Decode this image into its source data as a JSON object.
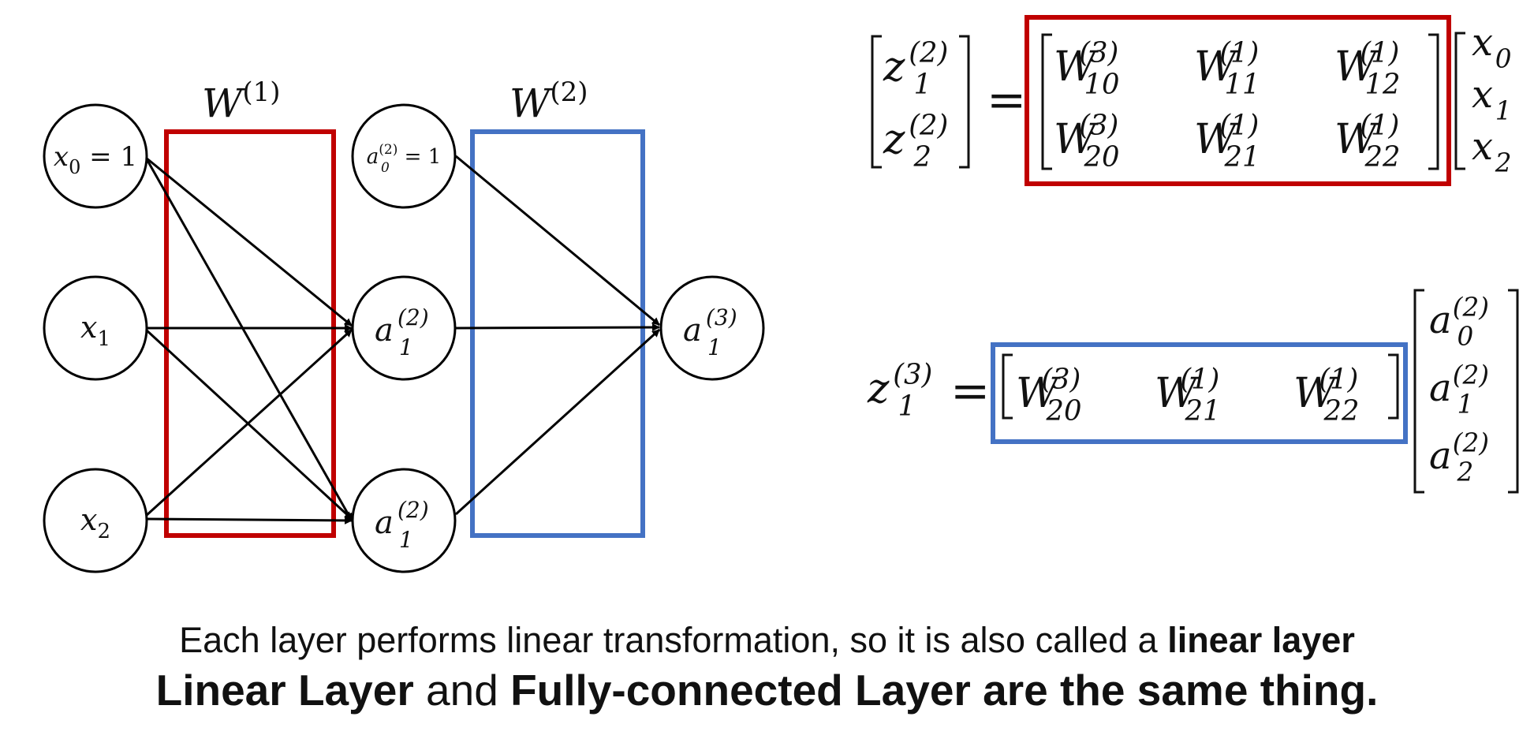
{
  "diagram": {
    "box_labels": {
      "w1": {
        "base": "W",
        "sup": "(1)"
      },
      "w2": {
        "base": "W",
        "sup": "(2)"
      }
    },
    "nodes": {
      "x0": {
        "base": "x",
        "sub": "0",
        "tail": " = 1"
      },
      "x1": {
        "base": "x",
        "sub": "1"
      },
      "x2": {
        "base": "x",
        "sub": "2"
      },
      "a0": {
        "base": "a",
        "sub": "0",
        "sup": "(2)",
        "tail": " = 1"
      },
      "a1": {
        "base": "a",
        "sub": "1",
        "sup": "(2)"
      },
      "a2": {
        "base": "a",
        "sub": "1",
        "sup": "(2)"
      },
      "out": {
        "base": "a",
        "sub": "1",
        "sup": "(3)"
      }
    },
    "colors": {
      "red_box": "#c00000",
      "blue_box": "#4472c4",
      "ink": "#000000"
    }
  },
  "eq1": {
    "lhs": [
      {
        "base": "z",
        "sub": "1",
        "sup": "(2)"
      },
      {
        "base": "z",
        "sub": "2",
        "sup": "(2)"
      }
    ],
    "equals": "=",
    "matrix": [
      [
        {
          "base": "W",
          "sub": "10",
          "sup": "(3)"
        },
        {
          "base": "W",
          "sub": "11",
          "sup": "(1)"
        },
        {
          "base": "W",
          "sub": "12",
          "sup": "(1)"
        }
      ],
      [
        {
          "base": "W",
          "sub": "20",
          "sup": "(3)"
        },
        {
          "base": "W",
          "sub": "21",
          "sup": "(1)"
        },
        {
          "base": "W",
          "sub": "22",
          "sup": "(1)"
        }
      ]
    ],
    "vector": [
      {
        "base": "x",
        "sub": "0"
      },
      {
        "base": "x",
        "sub": "1"
      },
      {
        "base": "x",
        "sub": "2"
      }
    ]
  },
  "eq2": {
    "lhs": {
      "base": "z",
      "sub": "1",
      "sup": "(3)"
    },
    "equals": "=",
    "row": [
      {
        "base": "W",
        "sub": "20",
        "sup": "(3)"
      },
      {
        "base": "W",
        "sub": "21",
        "sup": "(1)"
      },
      {
        "base": "W",
        "sub": "22",
        "sup": "(1)"
      }
    ],
    "vector": [
      {
        "base": "a",
        "sub": "0",
        "sup": "(2)"
      },
      {
        "base": "a",
        "sub": "1",
        "sup": "(2)"
      },
      {
        "base": "a",
        "sub": "2",
        "sup": "(2)"
      }
    ]
  },
  "caption": {
    "line1_text": "Each layer performs linear transformation, so it is also called a ",
    "line1_bold": "linear layer",
    "line2_bold1": "Linear Layer",
    "line2_mid": " and ",
    "line2_bold2": "Fully-connected Layer are the same thing."
  }
}
